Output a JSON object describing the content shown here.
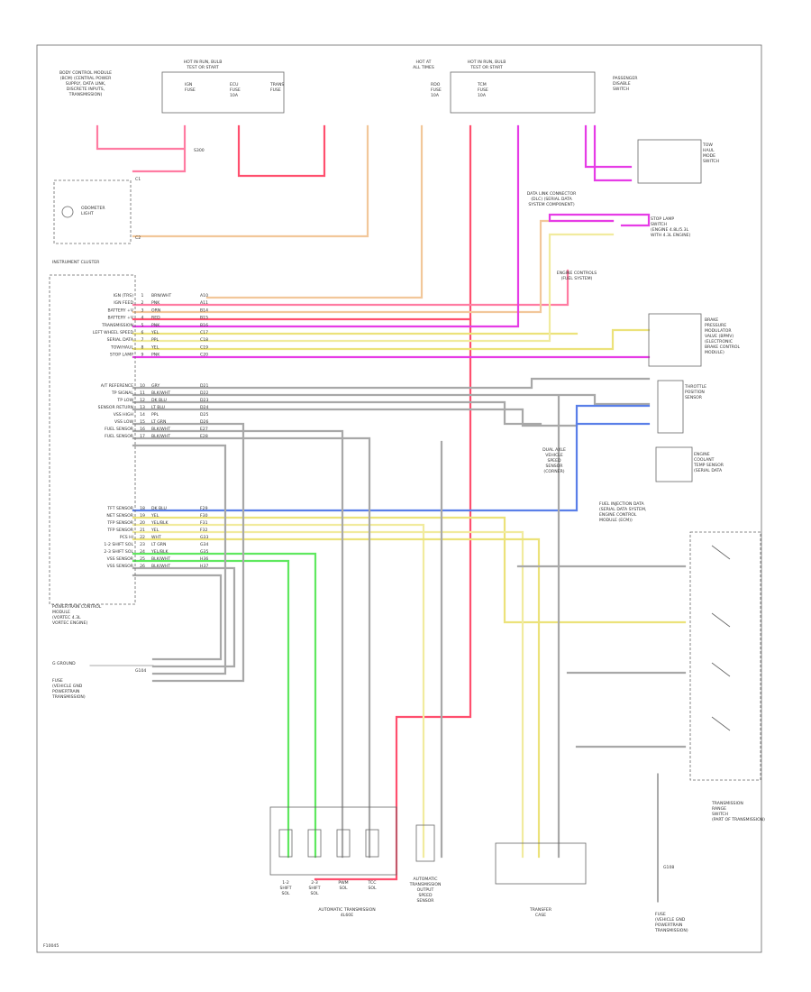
{
  "colors": {
    "red": "#ff4f6e",
    "pink": "#ff7ca2",
    "magenta": "#e63ce6",
    "orange": "#f2c79a",
    "yellow": "#ece27a",
    "lightyellow": "#f1eb9e",
    "blue": "#5a7fe8",
    "green": "#5fe85f",
    "gray": "#a8a8a8",
    "black": "#555555"
  },
  "top_labels": {
    "body_module": [
      "BODY CONTROL MODULE",
      "(BCM) (CENTRAL POWER",
      "SUPPLY, DATA LINK,",
      "DISCRETE INPUTS,",
      "TRANSMISSION)"
    ],
    "hot_left": [
      "HOT IN RUN, BULB",
      "TEST OR START"
    ],
    "fuse_a": [
      "IGN",
      "FUSE"
    ],
    "fuse_b": [
      "ECU",
      "FUSE",
      "10A"
    ],
    "fuse_c": [
      "TRANS",
      "FUSE"
    ],
    "hot_mid": [
      "HOT AT",
      "ALL TIMES"
    ],
    "fuse_d": [
      "RDO",
      "FUSE",
      "10A"
    ],
    "hot_right": [
      "HOT IN RUN, BULB",
      "TEST OR START"
    ],
    "fuse_e": [
      "TCM",
      "FUSE",
      "10A"
    ],
    "pass_disable": [
      "PASSENGER",
      "DISABLE",
      "SWITCH"
    ],
    "s300": "S300",
    "odometer": [
      "ODOMETER",
      "LIGHT"
    ],
    "inst_cluster": "INSTRUMENT CLUSTER",
    "ref_c1": "C1",
    "ref_c2": "C2",
    "tow_mode": [
      "TOW",
      "HAUL",
      "MODE",
      "SWITCH"
    ],
    "data_link": [
      "DATA LINK CONNECTOR",
      "(DLC) (SERIAL DATA",
      "SYSTEM COMPONENT)"
    ],
    "stop_lamp": [
      "STOP LAMP",
      "SWITCH",
      "(ENGINE 4.8L/5.3L",
      "WITH 4.3L ENGINE)"
    ],
    "hot_fuel": [
      "ENGINE CONTROLS",
      "(FUEL SYSTEM)"
    ],
    "brake_module": [
      "BRAKE",
      "PRESSURE",
      "MODULATOR",
      "VALVE (BPMV)",
      "(ELECTRONIC",
      "BRAKE CONTROL",
      "MODULE)"
    ],
    "throttle": [
      "THROTTLE",
      "POSITION",
      "SENSOR"
    ],
    "engine_sensor": [
      "ENGINE",
      "COOLANT",
      "TEMP SENSOR",
      "(SERIAL DATA"
    ],
    "dual_sensor": [
      "DUAL AXLE",
      "VEHICLE",
      "SPEED",
      "SENSOR",
      "(CORNER)"
    ],
    "ptc_note": [
      "FUEL INJECTION DATA",
      "(SERIAL DATA SYSTEM,",
      "ENGINE CONTROL",
      "MODULE (ECM))"
    ],
    "trans_range": [
      "TRANSMISSION",
      "RANGE",
      "SWITCH",
      "(PART OF TRANSMISSION)"
    ],
    "tcm_title": [
      "POWERTRAIN CONTROL",
      "MODULE",
      "(VORTEC 4.3L",
      "VORTEC ENGINE)"
    ],
    "g_ground": "G GROUND",
    "fuse_ground": [
      "FUSE",
      "(VEHICLE GND",
      "POWERTRAIN",
      "TRANSMISSION)"
    ],
    "g104": "G104",
    "auto_trans": [
      "AUTOMATIC TRANSMISSION",
      "4L60E"
    ],
    "sensor_speed": [
      "AUTOMATIC",
      "TRANSMISSION",
      "OUTPUT",
      "SPEED",
      "SENSOR"
    ],
    "trans_case": [
      "TRANSFER",
      "CASE"
    ],
    "ground_right": [
      "FUSE",
      "(VEHICLE GND",
      "POWERTRAIN",
      "TRANSMISSION)"
    ],
    "g_right": "G108",
    "solenoids": [
      "1-2",
      "SHIFT",
      "SOL",
      "2-3",
      "SHIFT",
      "SOL",
      "PWM",
      "SOL",
      "TCC",
      "SOL"
    ],
    "bottom_code": "F10045"
  },
  "pins": {
    "top_group": [
      {
        "label": "IGN (TRS)",
        "num": "1",
        "color": "BRN/WHT",
        "cid": "A10"
      },
      {
        "label": "IGN FEED",
        "num": "2",
        "color": "PNK",
        "cid": "A11"
      },
      {
        "label": "BATTERY +V",
        "num": "3",
        "color": "ORN",
        "cid": "B14"
      },
      {
        "label": "BATTERY +V",
        "num": "4",
        "color": "RED",
        "cid": "B15"
      },
      {
        "label": "TRANSMISSION",
        "num": "5",
        "color": "PNK",
        "cid": "B16"
      },
      {
        "label": "LEFT WHEEL SPEED",
        "num": "6",
        "color": "YEL",
        "cid": "C17"
      },
      {
        "label": "SERIAL DATA",
        "num": "7",
        "color": "PPL",
        "cid": "C18"
      },
      {
        "label": "TOW/HAUL",
        "num": "8",
        "color": "YEL",
        "cid": "C19"
      },
      {
        "label": "STOP LAMP",
        "num": "9",
        "color": "PNK",
        "cid": "C20"
      }
    ],
    "mid_group": [
      {
        "label": "A/T REFERENCE",
        "num": "10",
        "color": "GRY",
        "cid": "D21"
      },
      {
        "label": "TP SIGNAL",
        "num": "11",
        "color": "BLK/WHT",
        "cid": "D22"
      },
      {
        "label": "TP LOW",
        "num": "12",
        "color": "DK BLU",
        "cid": "D23"
      },
      {
        "label": "SENSOR RETURN",
        "num": "13",
        "color": "LT BLU",
        "cid": "D24"
      },
      {
        "label": "VSS HIGH",
        "num": "14",
        "color": "PPL",
        "cid": "D25"
      },
      {
        "label": "VSS LOW",
        "num": "15",
        "color": "LT GRN",
        "cid": "D26"
      },
      {
        "label": "FUEL SENSOR",
        "num": "16",
        "color": "BLK/WHT",
        "cid": "E27"
      },
      {
        "label": "FUEL SENSOR",
        "num": "17",
        "color": "BLK/WHT",
        "cid": "E28"
      }
    ],
    "low_group": [
      {
        "label": "TFT SENSOR",
        "num": "18",
        "color": "DK BLU",
        "cid": "F29"
      },
      {
        "label": "NET SENSOR",
        "num": "19",
        "color": "YEL",
        "cid": "F30"
      },
      {
        "label": "TFP SENSOR",
        "num": "20",
        "color": "YEL/BLK",
        "cid": "F31"
      },
      {
        "label": "TFP SENSOR",
        "num": "21",
        "color": "YEL",
        "cid": "F32"
      },
      {
        "label": "PCS HI",
        "num": "22",
        "color": "WHT",
        "cid": "G33"
      },
      {
        "label": "1-2 SHIFT SOL",
        "num": "23",
        "color": "LT GRN",
        "cid": "G34"
      },
      {
        "label": "2-3 SHIFT SOL",
        "num": "24",
        "color": "YEL/BLK",
        "cid": "G35"
      },
      {
        "label": "VSS SENSOR",
        "num": "25",
        "color": "BLK/WHT",
        "cid": "H36"
      },
      {
        "label": "VSS SENSOR",
        "num": "26",
        "color": "BLK/WHT",
        "cid": "H37"
      }
    ]
  }
}
